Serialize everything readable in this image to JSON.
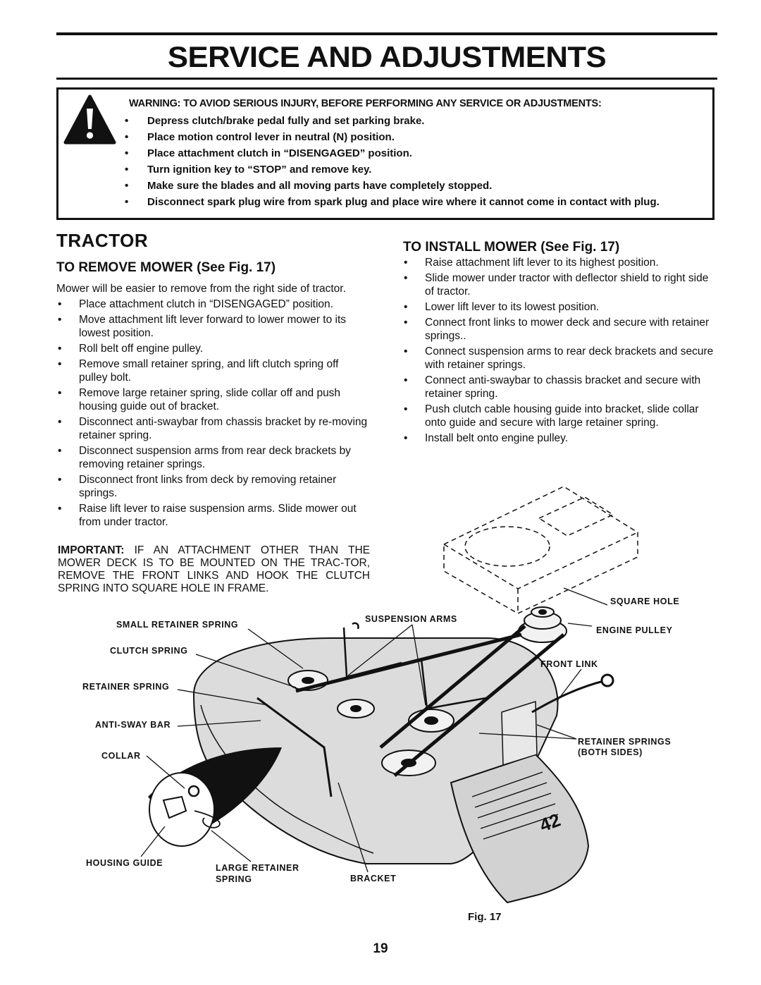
{
  "page": {
    "title": "SERVICE AND ADJUSTMENTS",
    "page_number": "19"
  },
  "warning": {
    "icon": "warning-exclamation-icon",
    "heading": "WARNING: TO AVIOD SERIOUS INJURY, BEFORE PERFORMING ANY SERVICE OR ADJUSTMENTS:",
    "items": [
      "Depress clutch/brake pedal fully and set parking brake.",
      "Place motion control lever in neutral (N) position.",
      "Place attachment clutch  in “DISENGAGED” position.",
      "Turn ignition key  to “STOP” and remove key.",
      "Make sure the blades and all moving parts have completely stopped.",
      "Disconnect spark plug wire from spark plug and place wire where it cannot come in contact with plug."
    ]
  },
  "tractor": {
    "heading": "TRACTOR",
    "remove": {
      "heading": "TO REMOVE MOWER (See Fig. 17)",
      "intro": "Mower will be easier to remove from the right side of tractor.",
      "steps": [
        "Place attachment clutch in “DISENGAGED” position.",
        "Move attachment lift lever forward to lower mower to its lowest position.",
        "Roll belt off engine pulley.",
        "Remove small retainer spring, and lift clutch spring off pulley bolt.",
        "Remove large retainer spring, slide collar off and push housing guide out of bracket.",
        "Disconnect anti-swaybar from chassis bracket by re-moving retainer spring.",
        "Disconnect suspension arms from rear deck brackets by removing retainer springs.",
        "Disconnect front links from deck by removing retainer springs.",
        "Raise lift lever to raise suspension arms. Slide mower out from under tractor."
      ]
    },
    "important": {
      "label": "IMPORTANT:",
      "text": "IF AN ATTACHMENT OTHER THAN THE MOWER DECK IS TO BE MOUNTED ON THE TRAC-TOR, REMOVE THE FRONT LINKS AND HOOK THE CLUTCH SPRING INTO SQUARE HOLE IN FRAME."
    },
    "install": {
      "heading": "TO INSTALL MOWER (See Fig. 17)",
      "steps": [
        "Raise attachment lift lever to its highest position.",
        "Slide mower under tractor with deflector shield to right side of tractor.",
        "Lower lift lever to its lowest position.",
        "Connect front links to mower deck and secure with retainer springs..",
        "Connect suspension arms to rear deck brackets and secure with retainer springs.",
        "Connect anti-swaybar to chassis bracket and secure with retainer spring.",
        "Push clutch cable housing guide into bracket, slide collar onto guide and secure with large retainer spring.",
        "Install belt onto engine pulley."
      ]
    }
  },
  "figure": {
    "caption": "Fig. 17",
    "deck_marking": "42",
    "labels": {
      "small_retainer_spring": "SMALL  RETAINER  SPRING",
      "clutch_spring": "CLUTCH  SPRING",
      "retainer_spring": "RETAINER  SPRING",
      "anti_sway_bar": "ANTI-SWAY  BAR",
      "collar": "COLLAR",
      "housing_guide": "HOUSING  GUIDE",
      "large_retainer_spring_1": "LARGE  RETAINER",
      "large_retainer_spring_2": "SPRING",
      "bracket": "BRACKET",
      "suspension_arms": "SUSPENSION  ARMS",
      "square_hole": "SQUARE  HOLE",
      "engine_pulley": "ENGINE  PULLEY",
      "front_link": "FRONT  LINK",
      "retainer_springs_1": "RETAINER  SPRINGS",
      "retainer_springs_2": "(BOTH  SIDES)"
    }
  }
}
